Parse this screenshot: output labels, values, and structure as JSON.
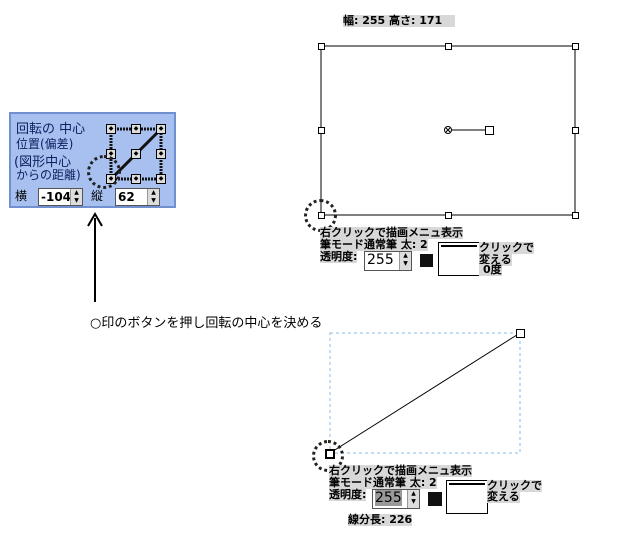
{
  "top": {
    "size_label": "幅: 255  高さ: 171",
    "hint": "右クリックで描画メニュ表示",
    "pen_mode": "筆モード通常筆 太: 2",
    "opacity_label": "透明度:",
    "opacity_value": "255",
    "click_change": "クリックで",
    "change": "変える",
    "angle": "0度"
  },
  "panel": {
    "title1": "回転の 中心",
    "title2": "位置(偏差)",
    "title3": "(図形中心",
    "title4": "からの距離)",
    "x_label": "横",
    "x_value": "-104",
    "y_label": "縦",
    "y_value": "62"
  },
  "caption": "○印のボタンを押し回転の中心を決める",
  "bottom": {
    "hint": "右クリックで描画メニュ表示",
    "pen_mode": "筆モード通常筆 太: 2",
    "opacity_label": "透明度:",
    "opacity_value": "255",
    "click_change": "クリックで",
    "change": "変える",
    "length_label": "線分長: 226"
  }
}
